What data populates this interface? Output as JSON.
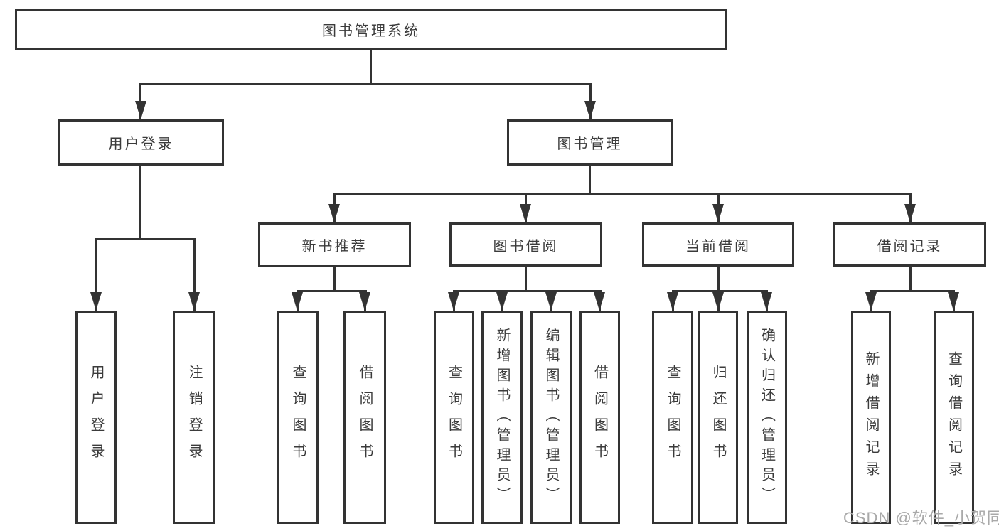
{
  "root": {
    "label": "图书管理系统"
  },
  "level2": [
    {
      "label": "用户登录"
    },
    {
      "label": "图书管理"
    }
  ],
  "level3": [
    {
      "label": "新书推荐"
    },
    {
      "label": "图书借阅"
    },
    {
      "label": "当前借阅"
    },
    {
      "label": "借阅记录"
    }
  ],
  "leaves": [
    {
      "label": "用户登录"
    },
    {
      "label": "注销登录"
    },
    {
      "label": "查询图书"
    },
    {
      "label": "借阅图书"
    },
    {
      "label": "查询图书"
    },
    {
      "label": "新增图书（管理员）"
    },
    {
      "label": "编辑图书（管理员）"
    },
    {
      "label": "借阅图书"
    },
    {
      "label": "查询图书"
    },
    {
      "label": "归还图书"
    },
    {
      "label": "确认归还（管理员）"
    },
    {
      "label": "新增借阅记录"
    },
    {
      "label": "查询借阅记录"
    }
  ],
  "watermark": {
    "text": "CSDN @软件_小贺同学"
  },
  "colors": {
    "line": "#333333",
    "text": "#3b3b3b",
    "watermark": "#a9a9a9",
    "background": "#ffffff"
  }
}
